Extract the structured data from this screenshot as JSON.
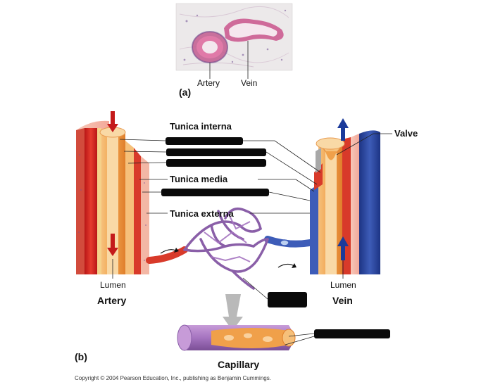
{
  "panel_a": {
    "letter": "(a)",
    "labels": {
      "artery": "Artery",
      "vein": "Vein"
    }
  },
  "panel_b": {
    "letter": "(b)",
    "layers": {
      "tunica_interna": "Tunica interna",
      "tunica_media": "Tunica media",
      "tunica_externa": "Tunica externa"
    },
    "valve": "Valve",
    "artery_lumen": "Lumen",
    "vein_lumen": "Lumen",
    "artery": "Artery",
    "vein": "Vein",
    "capillary": "Capillary"
  },
  "copyright": "Copyright © 2004 Pearson Education, Inc., publishing as Benjamin Cummings.",
  "colors": {
    "arterial_red": "#d21f1f",
    "venous_blue": "#27449a",
    "tissue_orange": "#f0a04a",
    "capillary_purple": "#8a5fa8"
  }
}
